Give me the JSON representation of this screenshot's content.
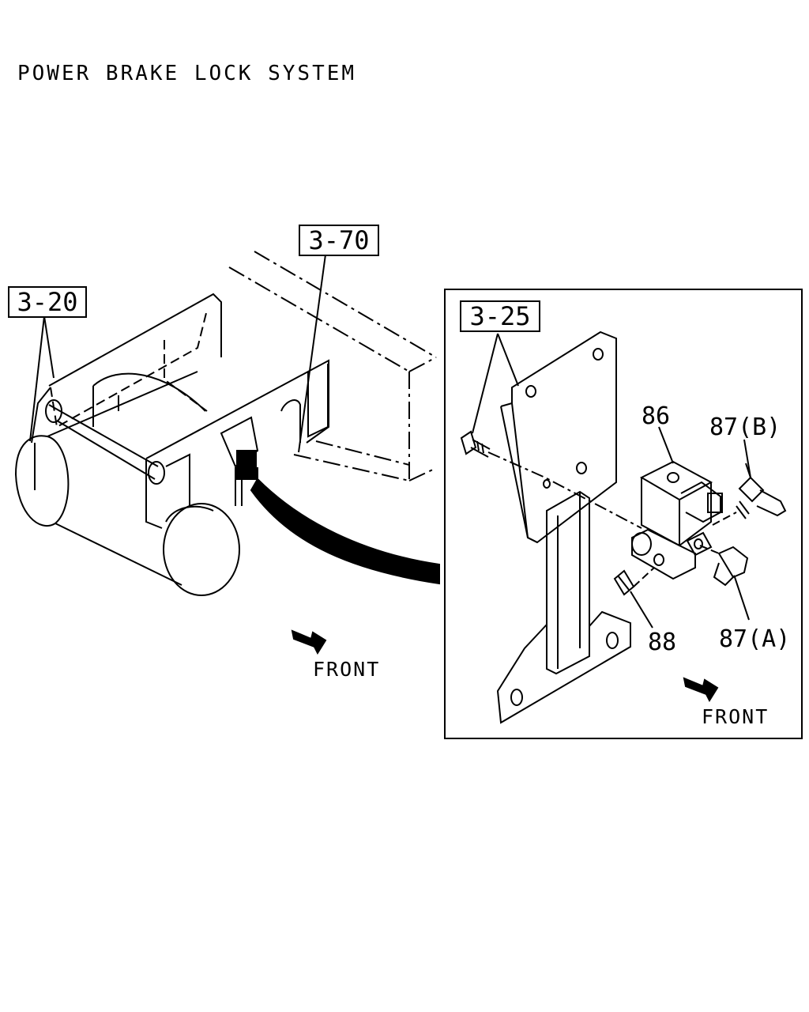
{
  "title": "POWER BRAKE LOCK SYSTEM",
  "refs": {
    "ref_3_20": "3-20",
    "ref_3_70": "3-70",
    "ref_3_25": "3-25"
  },
  "parts": {
    "p86": "86",
    "p87b": "87(B)",
    "p87a": "87(A)",
    "p88": "88"
  },
  "front_left": "FRONT",
  "front_right": "FRONT"
}
